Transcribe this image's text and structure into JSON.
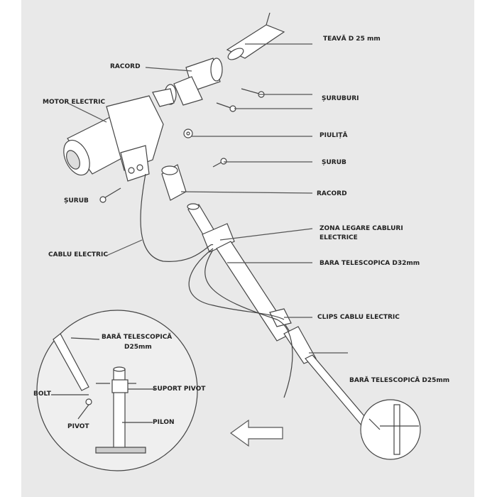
{
  "labels": {
    "teava": "TEAVĂ D 25 mm",
    "racord_top": "RACORD",
    "suruburi": "ȘURUBURI",
    "motor": "MOTOR ELECTRIC",
    "piulita": "PIULIȚĂ",
    "surub_right": "ȘURUB",
    "surub_left": "ȘURUB",
    "racord_bottom": "RACORD",
    "zona_1": "ZONA LEGARE CABLURI",
    "zona_2": "ELECTRICE",
    "cablu": "CABLU ELECTRIC",
    "bara32": "BARA TELESCOPICA D32mm",
    "clips": "CLIPS CABLU ELECTRIC",
    "bara25": "BARĂ TELESCOPICĂ D25mm"
  },
  "inset": {
    "bara_1": "BARĂ TELESCOPICĂ",
    "bara_2": "D25mm",
    "bolt": "BOLT",
    "suport": "SUPORT PIVOT",
    "pivot": "PIVOT",
    "pilon": "PILON"
  },
  "colors": {
    "background": "#e9e9e9",
    "line": "#444444"
  }
}
